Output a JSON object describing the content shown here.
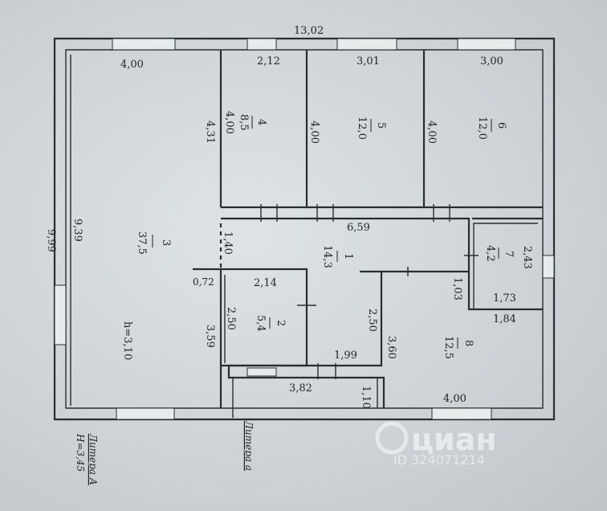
{
  "plan": {
    "overall_width": "13,02",
    "overall_depth": "9,99",
    "room3": {
      "number": "3",
      "area": "37,5",
      "width": "4,00",
      "depth": "9,39",
      "height": "h=3,10",
      "side": "3,59"
    },
    "room4": {
      "number": "4",
      "area": "8,5",
      "width": "2,12",
      "depth": "4,00",
      "side": "4,31"
    },
    "room5": {
      "number": "5",
      "area": "12,0",
      "width": "3,01",
      "depth": "4,00"
    },
    "room6": {
      "number": "6",
      "area": "12,0",
      "width": "3,00",
      "depth": "4,00"
    },
    "room1": {
      "number": "1",
      "area": "14,3",
      "width": "6,59",
      "gap": "1,40"
    },
    "room2": {
      "number": "2",
      "area": "5,4",
      "width": "2,14",
      "depth": "2,50",
      "offset": "0,72"
    },
    "room7": {
      "number": "7",
      "area": "4,2",
      "depth": "2,43",
      "width": "1,73",
      "side": "1,03"
    },
    "room8": {
      "number": "8",
      "area": "12,5",
      "width": "4,00",
      "depth": "3,60",
      "top": "1,84",
      "side": "2,50"
    },
    "corridor_width": "1,99",
    "porch": {
      "width": "3,82",
      "depth": "1,10"
    },
    "litera_a_main": "Литера А",
    "litera_a_height": "Н=3,45",
    "litera_a_small": "Литера а",
    "watermark_text": "циан",
    "watermark_id": "ID 324071214"
  }
}
